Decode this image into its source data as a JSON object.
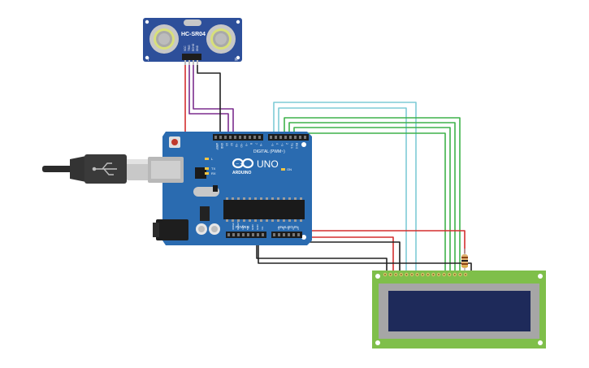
{
  "canvas": {
    "background": "#ffffff"
  },
  "sensor": {
    "model_label": "HC-SR04",
    "left_mark": "T",
    "right_mark": "R",
    "pins": [
      "VCC",
      "TRIG",
      "ECHO",
      "GND"
    ],
    "board_color": "#2d4f9a"
  },
  "arduino": {
    "logo_text": "ARDUINO",
    "model": "UNO",
    "board_color": "#2a6bb0",
    "digital_header_label": "DIGITAL (PWM~)",
    "power_header_label": "POWER",
    "analog_header_label": "ANALOG IN",
    "led_labels": [
      "L",
      "TX",
      "RX",
      "ON"
    ],
    "top_pin_labels": [
      "AREF",
      "GND",
      "13",
      "12",
      "~11",
      "~10",
      "~9",
      "8",
      "7",
      "~6",
      "~5",
      "4",
      "~3",
      "2",
      "TX 1",
      "RX 0"
    ],
    "bottom_pin_labels": [
      "IOREF",
      "RESET",
      "3.3V",
      "5V",
      "GND",
      "GND",
      "Vin",
      "A0",
      "A1",
      "A2",
      "A3",
      "A4",
      "A5"
    ]
  },
  "usb_cable": {
    "color": "#2b2b2b"
  },
  "lcd": {
    "board_color": "#7fbf4a",
    "screen_color": "#1e2a5a",
    "pin_count": 16
  },
  "resistor": {
    "body_color": "#e0b070"
  },
  "wire_colors": {
    "power": "#d32f2f",
    "ground": "#222222",
    "trig": "#7b2d8e",
    "echo": "#7b2d8e",
    "lcd_data": "#3fb24a",
    "lcd_control": "#7ecbd6"
  }
}
